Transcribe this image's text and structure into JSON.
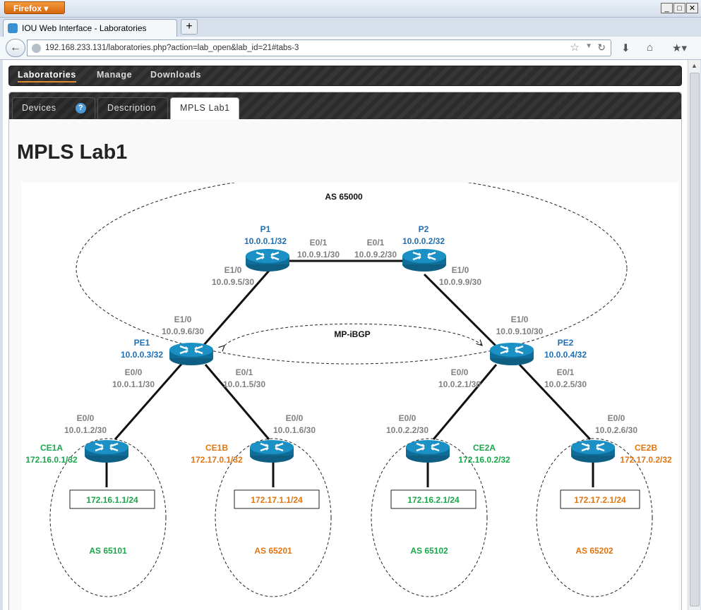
{
  "browser": {
    "menu_label": "Firefox",
    "tab_title": "IOU Web Interface - Laboratories",
    "url": "192.168.233.131/laboratories.php?action=lab_open&lab_id=21#tabs-3"
  },
  "app_nav": {
    "items": [
      "Laboratories",
      "Manage",
      "Downloads"
    ],
    "active": "Laboratories"
  },
  "panel_tabs": {
    "items": [
      "Devices",
      "Description",
      "MPLS Lab1"
    ],
    "active": "MPLS Lab1"
  },
  "page": {
    "title": "MPLS Lab1"
  },
  "diagram": {
    "as_core": "AS 65000",
    "mp_ibgp": "MP-iBGP",
    "routers": {
      "p1": {
        "name": "P1",
        "loopback": "10.0.0.1/32"
      },
      "p2": {
        "name": "P2",
        "loopback": "10.0.0.2/32"
      },
      "pe1": {
        "name": "PE1",
        "loopback": "10.0.0.3/32"
      },
      "pe2": {
        "name": "PE2",
        "loopback": "10.0.0.4/32"
      },
      "ce1a": {
        "name": "CE1A",
        "loopback": "172.16.0.1/32"
      },
      "ce1b": {
        "name": "CE1B",
        "loopback": "172.17.0.1/32"
      },
      "ce2a": {
        "name": "CE2A",
        "loopback": "172.16.0.2/32"
      },
      "ce2b": {
        "name": "CE2B",
        "loopback": "172.17.0.2/32"
      }
    },
    "interfaces": {
      "p1_e01": {
        "if": "E0/1",
        "ip": "10.0.9.1/30"
      },
      "p2_e01": {
        "if": "E0/1",
        "ip": "10.0.9.2/30"
      },
      "p1_e10": {
        "if": "E1/0",
        "ip": "10.0.9.5/30"
      },
      "p2_e10": {
        "if": "E1/0",
        "ip": "10.0.9.9/30"
      },
      "pe1_e10": {
        "if": "E1/0",
        "ip": "10.0.9.6/30"
      },
      "pe2_e10": {
        "if": "E1/0",
        "ip": "10.0.9.10/30"
      },
      "pe1_e00": {
        "if": "E0/0",
        "ip": "10.0.1.1/30"
      },
      "pe1_e01": {
        "if": "E0/1",
        "ip": "10.0.1.5/30"
      },
      "pe2_e00": {
        "if": "E0/0",
        "ip": "10.0.2.1/30"
      },
      "pe2_e01": {
        "if": "E0/1",
        "ip": "10.0.2.5/30"
      },
      "ce1a_e00": {
        "if": "E0/0",
        "ip": "10.0.1.2/30"
      },
      "ce1b_e00": {
        "if": "E0/0",
        "ip": "10.0.1.6/30"
      },
      "ce2a_e00": {
        "if": "E0/0",
        "ip": "10.0.2.2/30"
      },
      "ce2b_e00": {
        "if": "E0/0",
        "ip": "10.0.2.6/30"
      }
    },
    "lans": {
      "ce1a": "172.16.1.1/24",
      "ce1b": "172.17.1.1/24",
      "ce2a": "172.16.2.1/24",
      "ce2b": "172.17.2.1/24"
    },
    "as_sites": {
      "ce1a": "AS 65101",
      "ce1b": "AS 65201",
      "ce2a": "AS 65102",
      "ce2b": "AS 65202"
    },
    "colors": {
      "core": "#1f6fb2",
      "green": "#1aa64a",
      "orange": "#e0750f",
      "iface": "#808080"
    }
  }
}
